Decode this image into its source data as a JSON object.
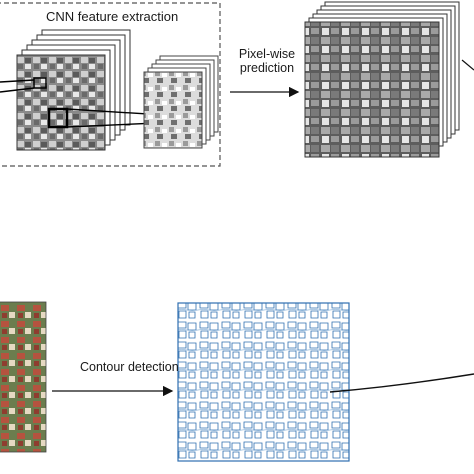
{
  "labels": {
    "cnn_box_title": "CNN feature extraction",
    "pixelwise_line1": "Pixel-wise",
    "pixelwise_line2": "prediction",
    "contour_detection": "Contour detection"
  }
}
